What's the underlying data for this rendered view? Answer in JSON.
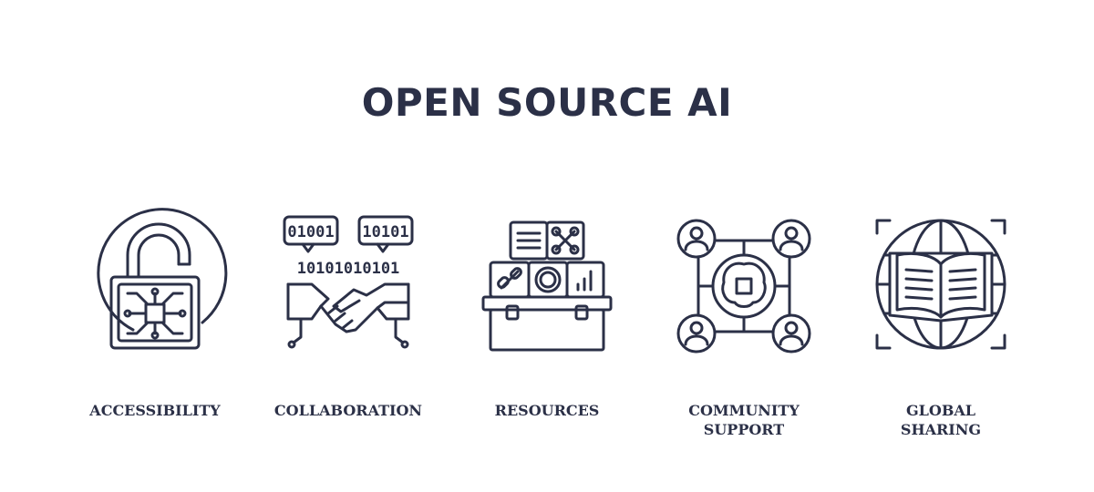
{
  "title": "OPEN SOURCE AI",
  "items": [
    {
      "label": "ACCESSIBILITY",
      "icon": "unlocked-padlock-circuit-icon"
    },
    {
      "label": "COLLABORATION",
      "icon": "handshake-binary-icon"
    },
    {
      "label": "RESOURCES",
      "icon": "toolbox-icon"
    },
    {
      "label": "COMMUNITY\nSUPPORT",
      "icon": "network-brain-people-icon"
    },
    {
      "label": "GLOBAL\nSHARING",
      "icon": "globe-book-icon"
    }
  ],
  "collaboration": {
    "bubble_left": "01001",
    "bubble_right": "10101",
    "binary_row": "10101010101"
  }
}
